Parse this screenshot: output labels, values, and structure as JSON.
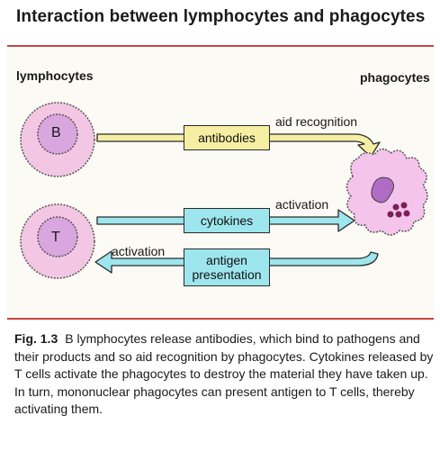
{
  "title": "Interaction between lymphocytes and phagocytes",
  "labels": {
    "lymphocytes": "lymphocytes",
    "phagocytes": "phagocytes"
  },
  "cells": {
    "b_cell": "B",
    "t_cell": "T"
  },
  "arrows": {
    "aid_recognition": "aid recognition",
    "activation_right": "activation",
    "activation_left": "activation"
  },
  "boxes": {
    "antibodies": "antibodies",
    "cytokines": "cytokines",
    "antigen_presentation_line1": "antigen",
    "antigen_presentation_line2": "presentation"
  },
  "caption": {
    "figure_label": "Fig. 1.3",
    "text": "B lymphocytes release antibodies, which bind to pathogens and their products and so aid recognition by phagocytes. Cytokines released by T cells activate the phagocytes to destroy the material they have taken up. In turn, mononuclear phagocytes can present antigen to T cells, thereby activating them."
  },
  "colors": {
    "frame_rule": "#c8463e",
    "cell_fill": "#f3c7e3",
    "nucleus_fill": "#d9a6e0",
    "arrow_yellow": "#f6eea3",
    "arrow_cyan": "#9ee6ee",
    "phagocyte_fill": "#f4c4ec",
    "phagocyte_dots": "#7b1f57"
  }
}
